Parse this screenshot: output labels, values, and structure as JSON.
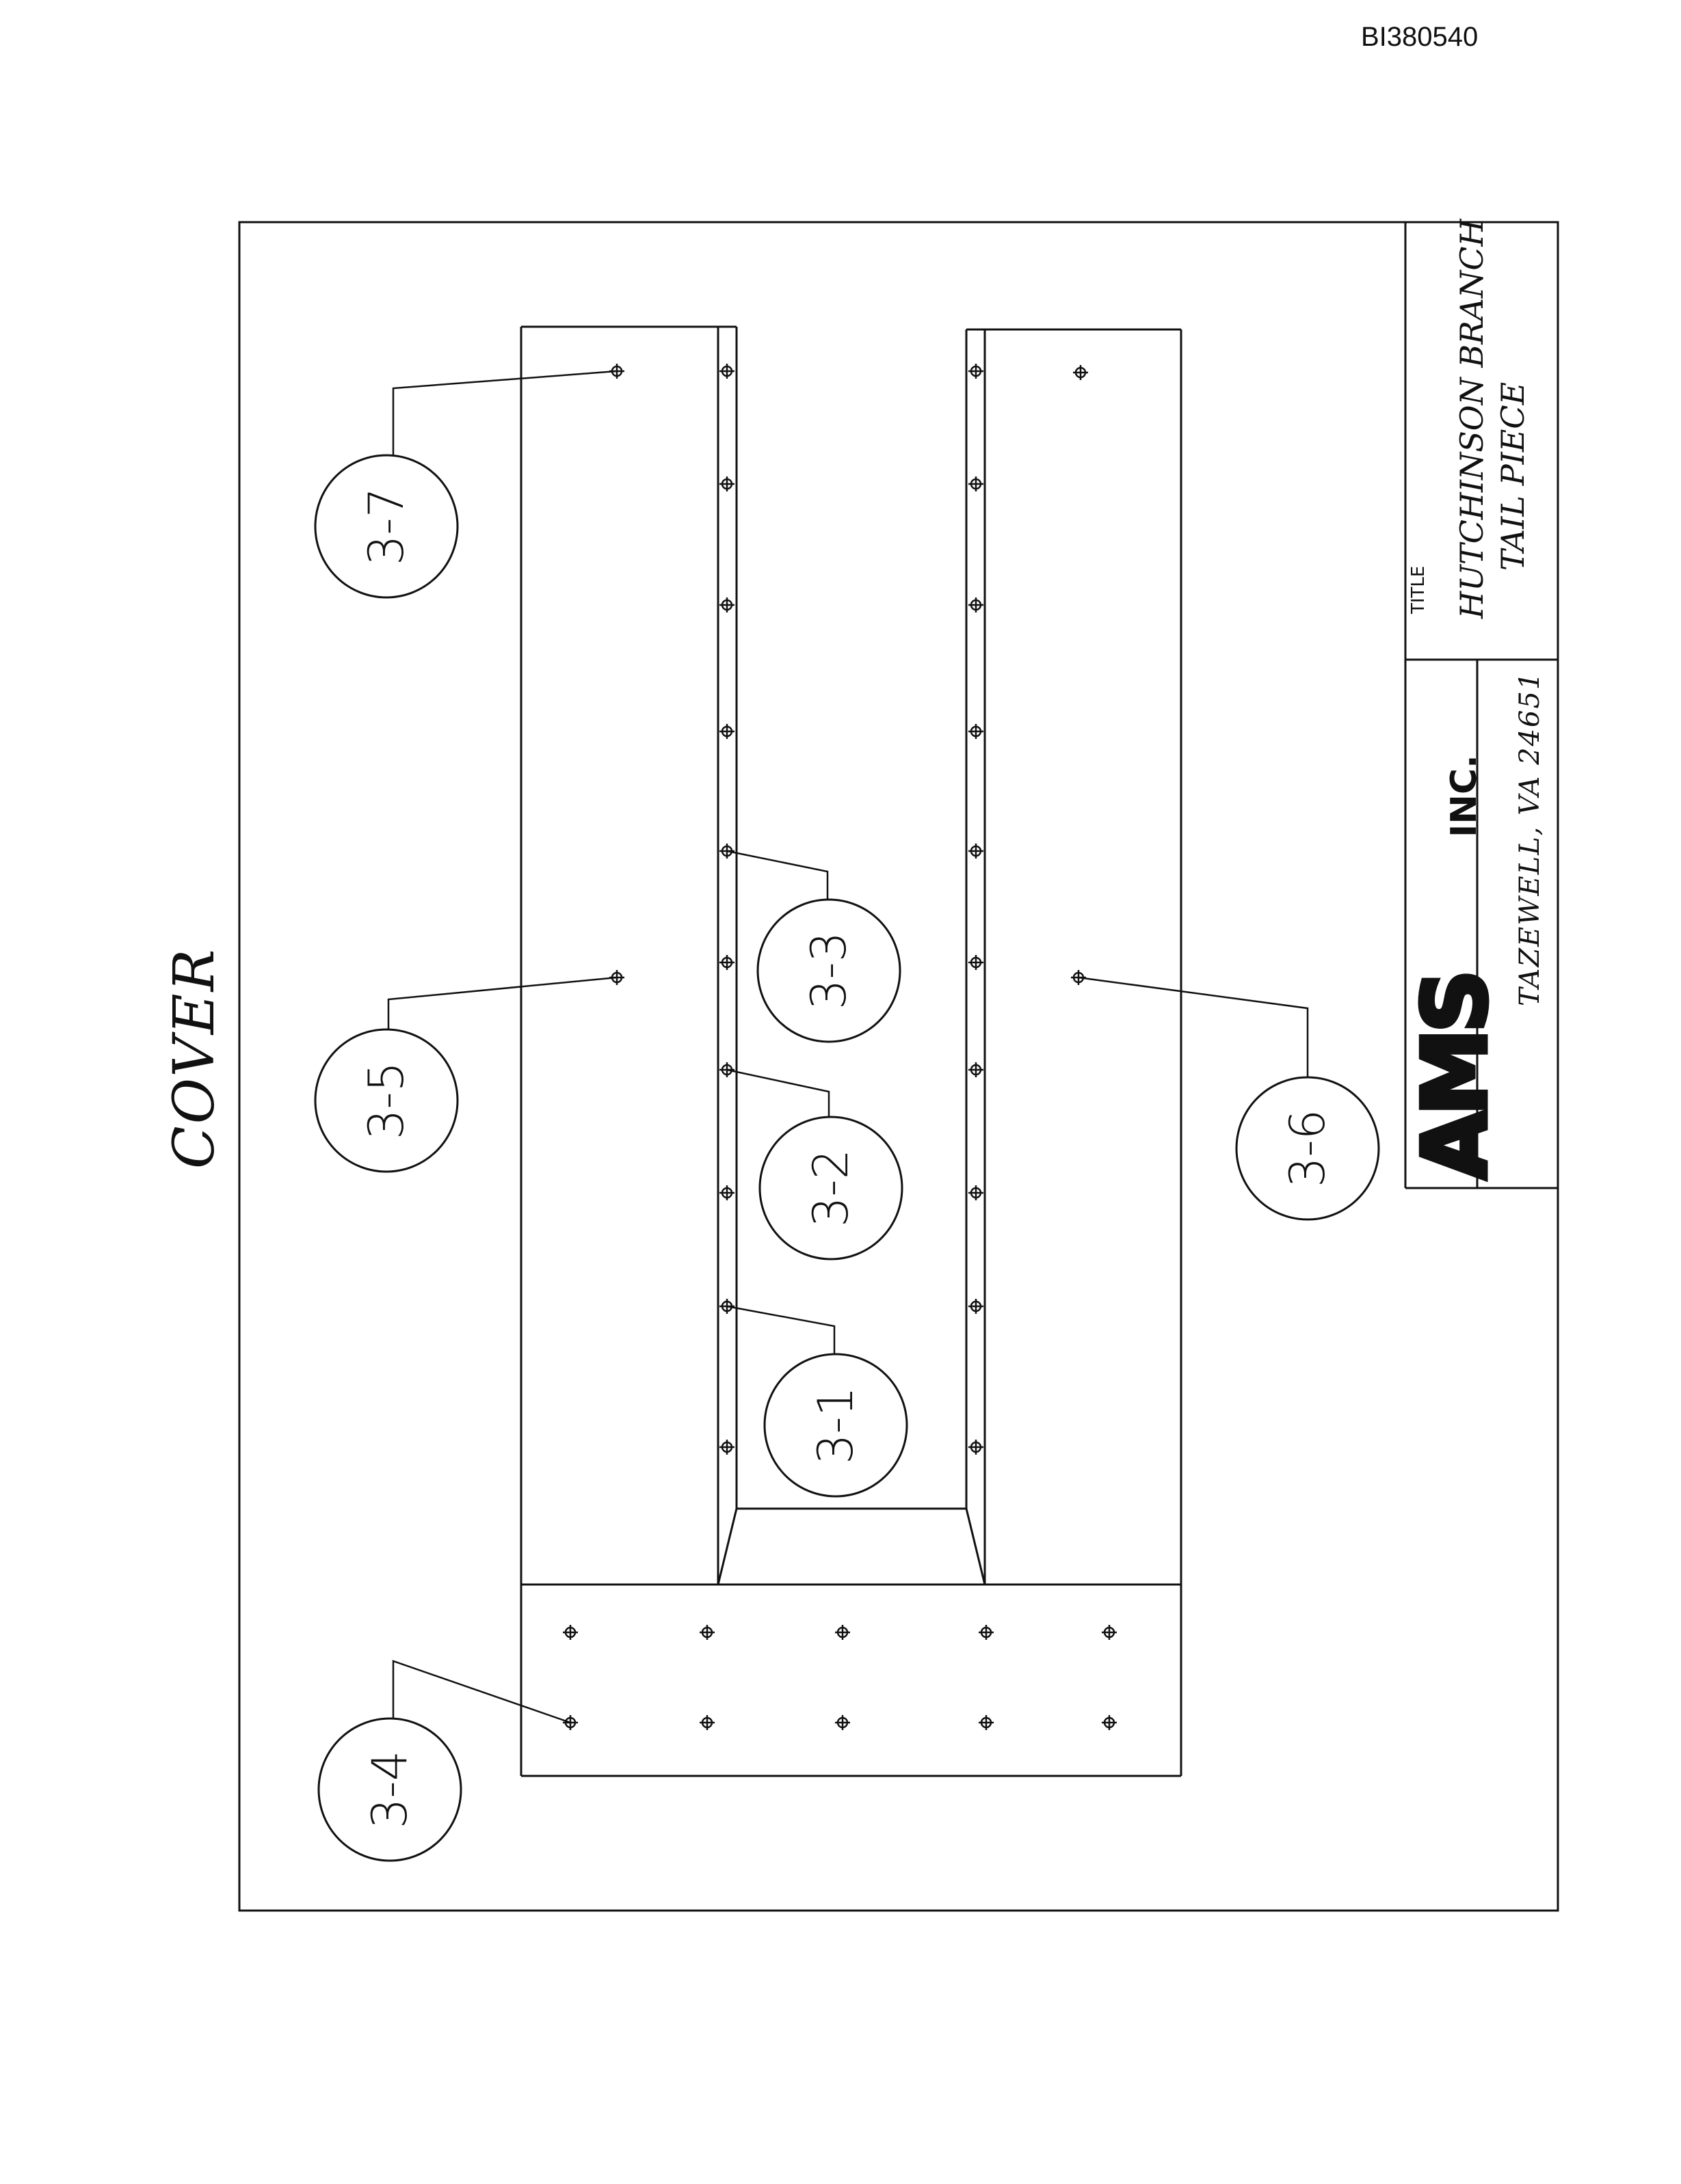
{
  "document_id": "BI380540",
  "view_title": "COVER",
  "callouts": [
    "3-1",
    "3-2",
    "3-3",
    "3-4",
    "3-5",
    "3-6",
    "3-7"
  ],
  "title_block": {
    "title_label": "TITLE",
    "title_line1": "HUTCHINSON BRANCH",
    "title_line2": "TAIL PIECE",
    "company_logo": "AMS",
    "company_suffix": "INC.",
    "company_address": "TAZEWELL, VA 24651"
  }
}
